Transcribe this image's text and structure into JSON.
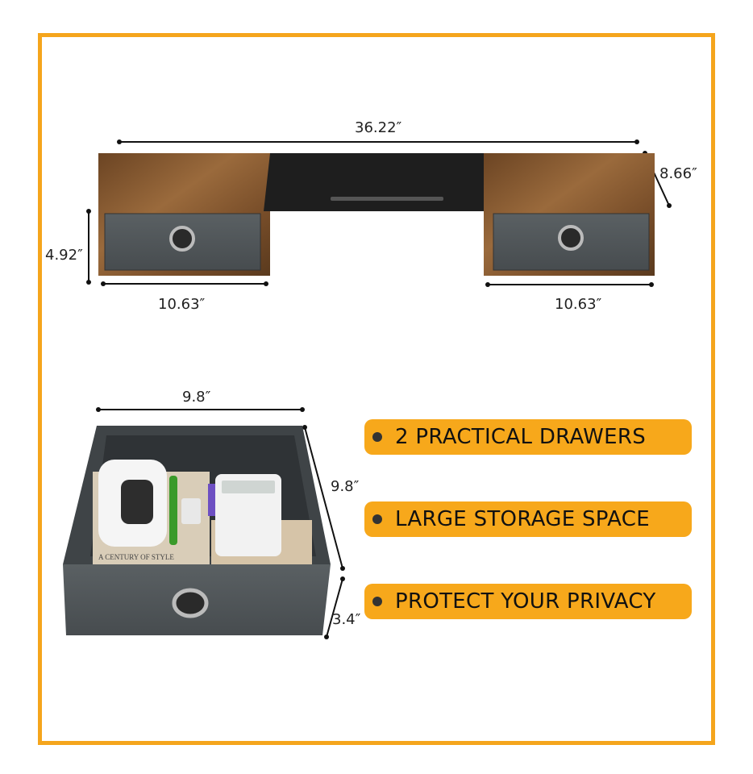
{
  "dimensions": {
    "total_width": "36.22″",
    "depth": "8.66″",
    "height": "4.92″",
    "left_drawer_width": "10.63″",
    "right_drawer_width": "10.63″",
    "drawer_width": "9.8″",
    "drawer_depth": "9.8″",
    "drawer_height": "3.4″"
  },
  "features": [
    {
      "label": "2 PRACTICAL DRAWERS"
    },
    {
      "label": "LARGE STORAGE SPACE"
    },
    {
      "label": "PROTECT YOUR PRIVACY"
    }
  ],
  "book_title": "A CENTURY OF STYLE",
  "colors": {
    "accent": "#f7a81b",
    "frame": "#f5a51c",
    "wood": "#7a4f2a",
    "fabric": "#4f5558",
    "black_top": "#1e1e1e"
  }
}
